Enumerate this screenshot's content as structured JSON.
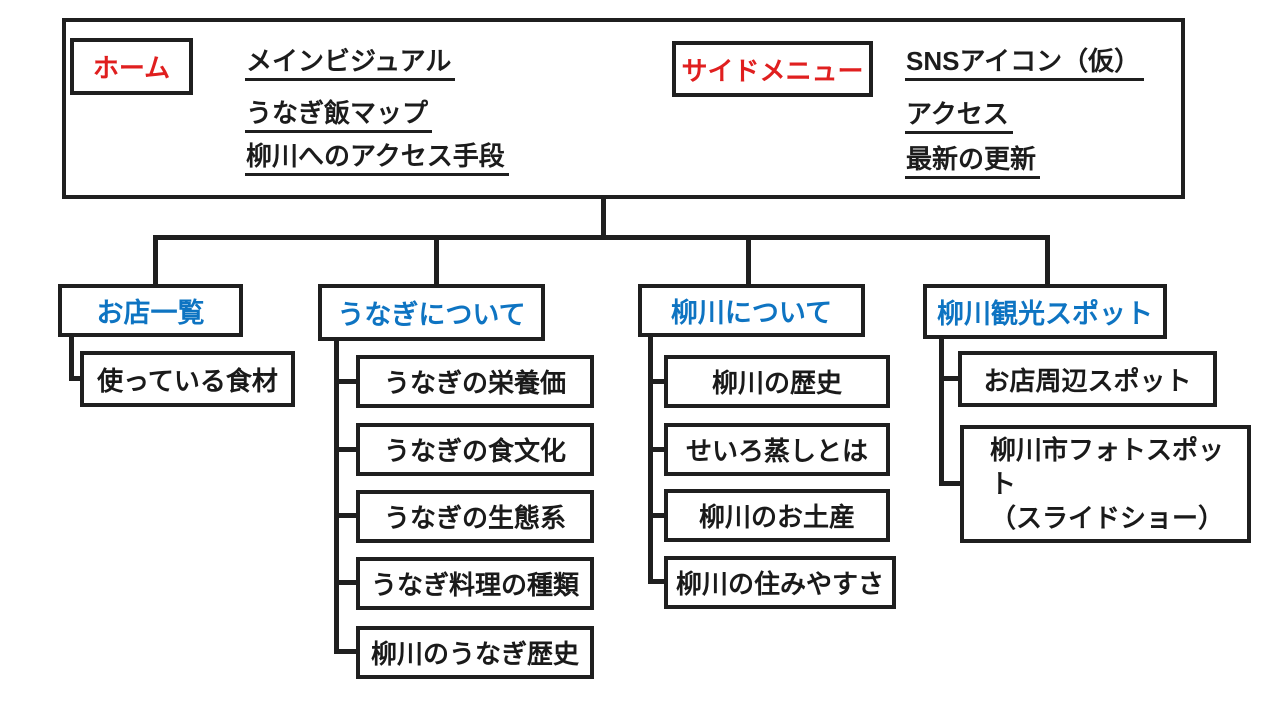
{
  "diagram_title": "site-structure",
  "colors": {
    "line_black": "#1f1f1f",
    "label_red": "#e01f1f",
    "section_blue": "#0e74c2",
    "background": "#ffffff"
  },
  "header": {
    "home": {
      "label": "ホーム",
      "items": [
        "メインビジュアル",
        "うなぎ飯マップ",
        "柳川へのアクセス手段"
      ]
    },
    "side_menu": {
      "label": "サイドメニュー",
      "items": [
        "SNSアイコン（仮）",
        "アクセス",
        "最新の更新"
      ]
    }
  },
  "branches": [
    {
      "label": "お店一覧",
      "children": [
        "使っている食材"
      ]
    },
    {
      "label": "うなぎについて",
      "children": [
        "うなぎの栄養価",
        "うなぎの食文化",
        "うなぎの生態系",
        "うなぎ料理の種類",
        "柳川のうなぎ歴史"
      ]
    },
    {
      "label": "柳川について",
      "children": [
        "柳川の歴史",
        "せいろ蒸しとは",
        "柳川のお土産",
        "柳川の住みやすさ"
      ]
    },
    {
      "label": "柳川観光スポット",
      "children": [
        "お店周辺スポット",
        "柳川市フォトスポット\n（スライドショー）"
      ]
    }
  ]
}
